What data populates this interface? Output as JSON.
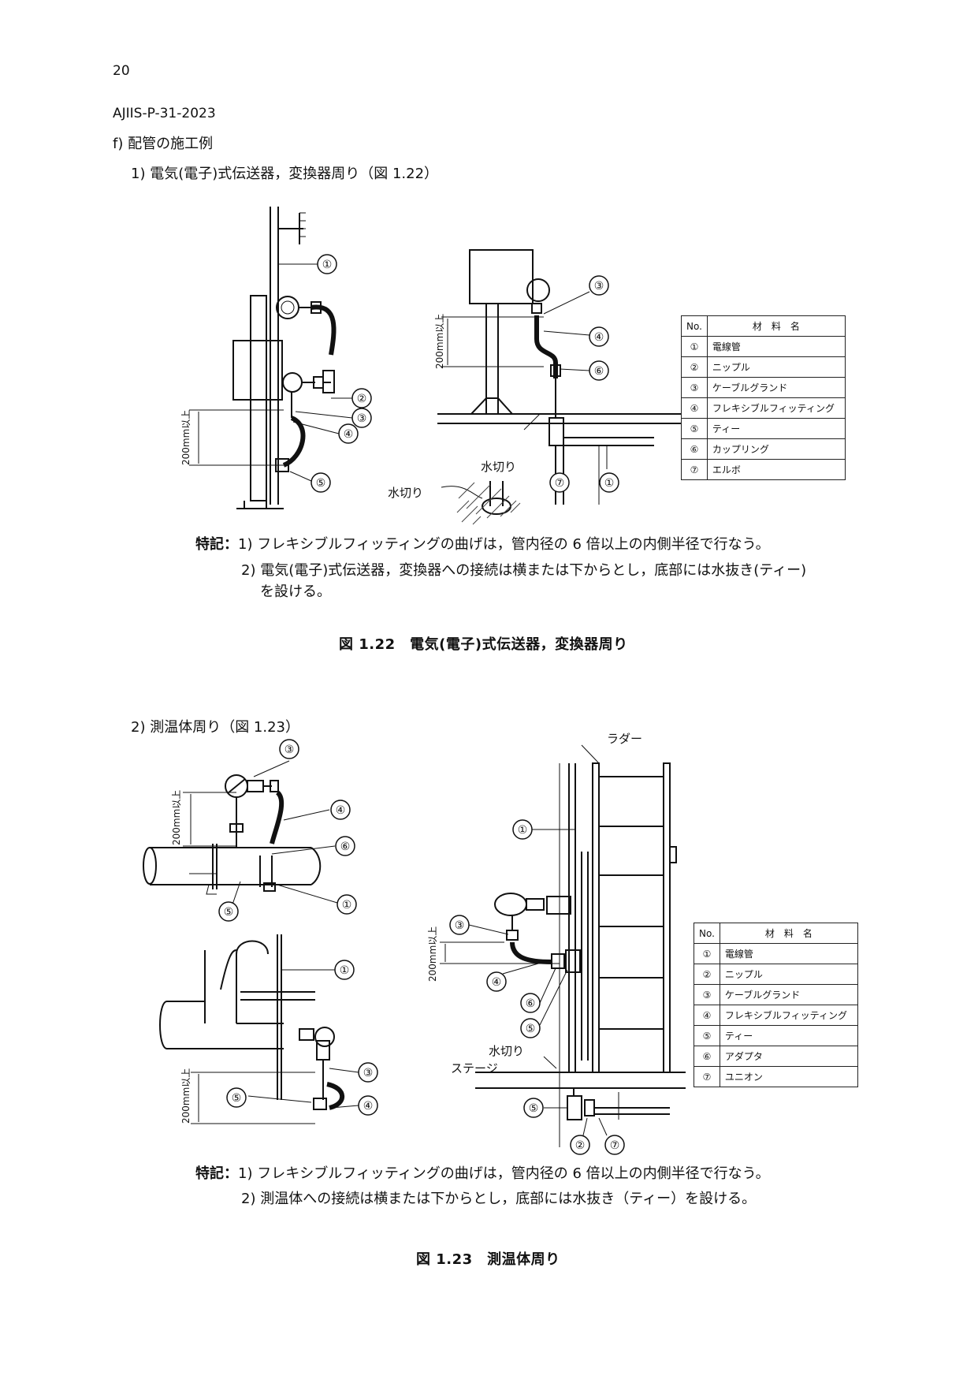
{
  "header": {
    "page_number": "20",
    "doc_code": "AJIIS-P-31-2023"
  },
  "section": {
    "heading": "f) 配管の施工例",
    "sub1": "1) 電気(電子)式伝送器，変換器周り（図 1.22）",
    "sub2": "2) 測温体周り（図 1.23）"
  },
  "fig1": {
    "callouts": [
      "①",
      "②",
      "③",
      "④",
      "⑤",
      "③",
      "④",
      "⑥",
      "⑦",
      "①"
    ],
    "dim_left": "200mm以上",
    "dim_right": "200mm以上",
    "drain_label_1": "水切り",
    "drain_label_2": "水切り",
    "table": {
      "col_no": "No.",
      "col_name": "材　料　名",
      "rows": [
        {
          "no": "①",
          "name": "電線管"
        },
        {
          "no": "②",
          "name": "ニップル"
        },
        {
          "no": "③",
          "name": "ケーブルグランド"
        },
        {
          "no": "④",
          "name": "フレキシブルフィッティング"
        },
        {
          "no": "⑤",
          "name": "ティー"
        },
        {
          "no": "⑥",
          "name": "カップリング"
        },
        {
          "no": "⑦",
          "name": "エルボ"
        }
      ]
    },
    "note_label": "特記：",
    "note1": "1) フレキシブルフィッティングの曲げは，管内径の 6 倍以上の内側半径で行なう。",
    "note2a": "2) 電気(電子)式伝送器，変換器への接続は横または下からとし，底部には水抜き(ティー)",
    "note2b": "を設ける。",
    "caption": "図 1.22　電気(電子)式伝送器，変換器周り"
  },
  "fig2": {
    "callouts": [
      "③",
      "④",
      "⑥",
      "⑤",
      "①",
      "①",
      "③",
      "⑤",
      "④",
      "①",
      "③",
      "④",
      "⑥",
      "⑤",
      "⑤",
      "②",
      "⑦"
    ],
    "dim_top": "200mm以上",
    "dim_bottom": "200mm以上",
    "dim_right": "200mm以上",
    "ladder_label": "ラダー",
    "drain_label": "水切り",
    "stage_label": "ステージ",
    "table": {
      "col_no": "No.",
      "col_name": "材　料　名",
      "rows": [
        {
          "no": "①",
          "name": "電線管"
        },
        {
          "no": "②",
          "name": "ニップル"
        },
        {
          "no": "③",
          "name": "ケーブルグランド"
        },
        {
          "no": "④",
          "name": "フレキシブルフィッティング"
        },
        {
          "no": "⑤",
          "name": "ティー"
        },
        {
          "no": "⑥",
          "name": "アダプタ"
        },
        {
          "no": "⑦",
          "name": "ユニオン"
        }
      ]
    },
    "note_label": "特記：",
    "note1": "1) フレキシブルフィッティングの曲げは，管内径の 6 倍以上の内側半径で行なう。",
    "note2": "2) 測温体への接続は横または下からとし，底部には水抜き（ティー）を設ける。",
    "caption": "図 1.23　測温体周り"
  }
}
